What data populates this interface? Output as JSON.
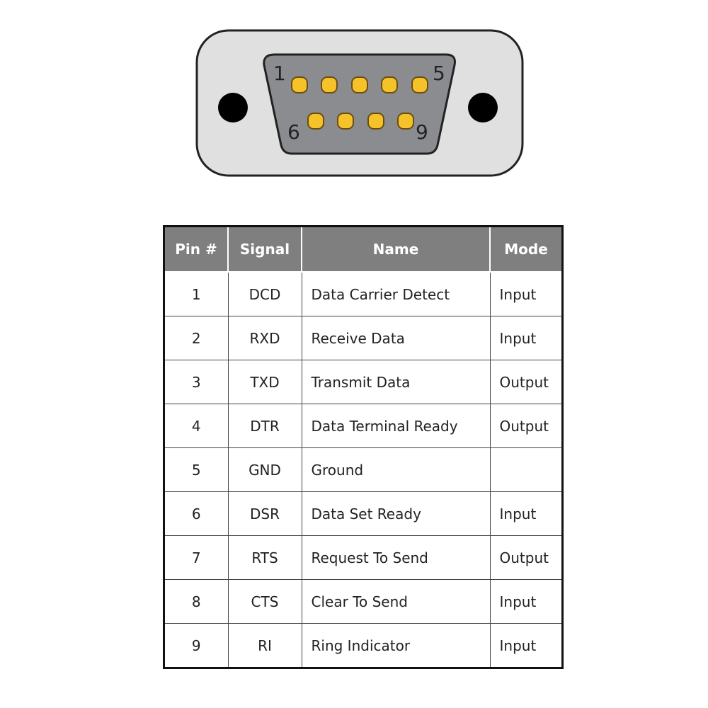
{
  "connector": {
    "pin_labels": {
      "top_left": "1",
      "top_right": "5",
      "bottom_left": "6",
      "bottom_right": "9"
    },
    "colors": {
      "shell": "#e0e0e0",
      "face": "#8a8c90",
      "pin": "#f5c22a",
      "pin_outline": "#6b4e10",
      "hole": "#000000"
    }
  },
  "table": {
    "headers": [
      "Pin #",
      "Signal",
      "Name",
      "Mode"
    ],
    "rows": [
      {
        "pin": "1",
        "signal": "DCD",
        "name": "Data Carrier Detect",
        "mode": "Input"
      },
      {
        "pin": "2",
        "signal": "RXD",
        "name": "Receive Data",
        "mode": "Input"
      },
      {
        "pin": "3",
        "signal": "TXD",
        "name": "Transmit Data",
        "mode": "Output"
      },
      {
        "pin": "4",
        "signal": "DTR",
        "name": "Data Terminal Ready",
        "mode": "Output"
      },
      {
        "pin": "5",
        "signal": "GND",
        "name": "Ground",
        "mode": ""
      },
      {
        "pin": "6",
        "signal": "DSR",
        "name": "Data Set Ready",
        "mode": "Input"
      },
      {
        "pin": "7",
        "signal": "RTS",
        "name": "Request To Send",
        "mode": "Output"
      },
      {
        "pin": "8",
        "signal": "CTS",
        "name": "Clear To Send",
        "mode": "Input"
      },
      {
        "pin": "9",
        "signal": "RI",
        "name": "Ring Indicator",
        "mode": "Input"
      }
    ]
  }
}
